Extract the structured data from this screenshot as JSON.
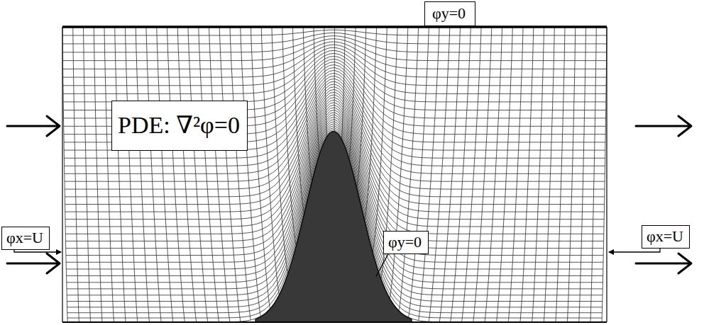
{
  "diagram": {
    "nodes": [
      {
        "text": [
          "φy=0"
        ]
      },
      {
        "text": [
          "PDE: ∇²φ=0"
        ]
      },
      {
        "text": [
          "φx=U"
        ]
      },
      {
        "text": [
          "φy=0"
        ]
      },
      {
        "text": [
          "φx=U"
        ]
      }
    ]
  }
}
